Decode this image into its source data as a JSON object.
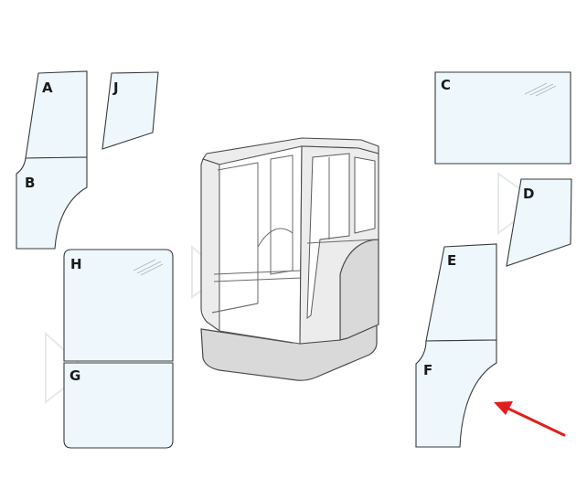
{
  "parts": {
    "A": "A",
    "B": "B",
    "C": "C",
    "D": "D",
    "E": "E",
    "F": "F",
    "G": "G",
    "H": "H",
    "J": "J"
  },
  "arrow_color": "#e02020",
  "arrow_target": "F"
}
